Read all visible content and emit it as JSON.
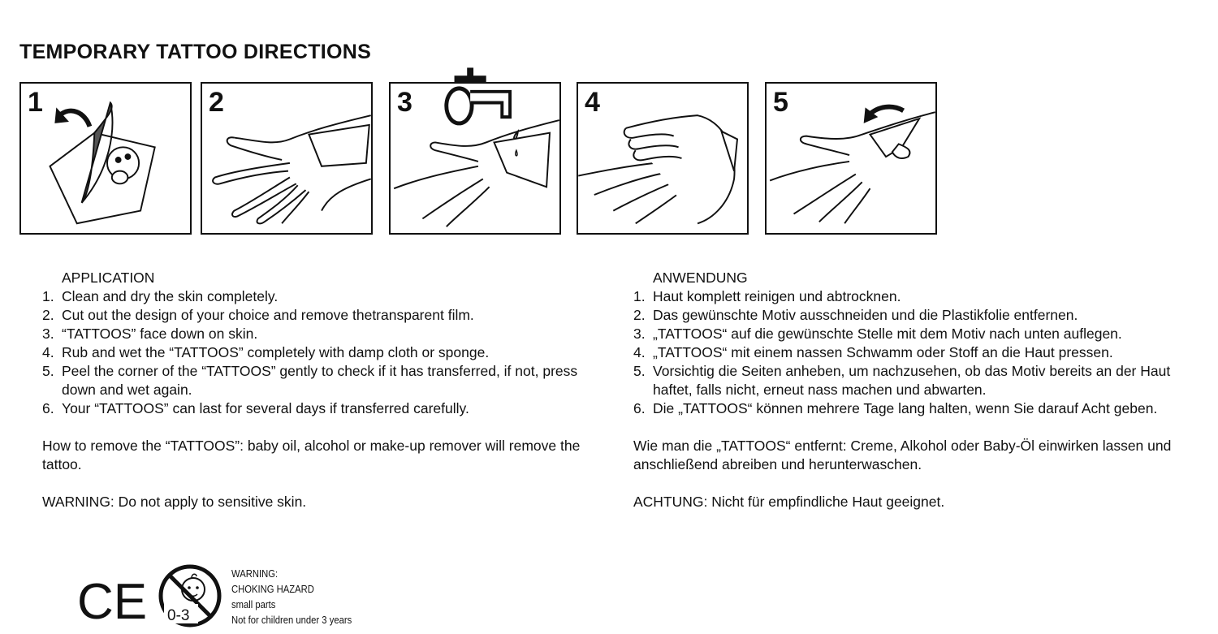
{
  "title": "TEMPORARY TATTOO DIRECTIONS",
  "steps": [
    "1",
    "2",
    "3",
    "4",
    "5"
  ],
  "english": {
    "heading": "APPLICATION",
    "items": [
      {
        "n": "1.",
        "text": "Clean and dry the skin completely."
      },
      {
        "n": "2.",
        "text": "Cut out the design of your choice and remove thetransparent film."
      },
      {
        "n": "3.",
        "text": "“TATTOOS” face down on skin."
      },
      {
        "n": "4.",
        "text": "Rub and wet the “TATTOOS” completely with damp cloth or sponge."
      },
      {
        "n": "5.",
        "text": "Peel the corner of the “TATTOOS” gently to check if it has transferred, if not, press down and wet again."
      },
      {
        "n": "6.",
        "text": "Your “TATTOOS” can last for several days if transferred carefully."
      }
    ],
    "remove": "How to remove the “TATTOOS”: baby oil, alcohol or make-up remover will remove the tattoo.",
    "warning": "WARNING: Do not apply to sensitive skin."
  },
  "german": {
    "heading": "ANWENDUNG",
    "items": [
      {
        "n": "1.",
        "text": "Haut komplett reinigen und abtrocknen."
      },
      {
        "n": "2.",
        "text": "Das gewünschte Motiv ausschneiden und die Plastikfolie entfernen."
      },
      {
        "n": "3.",
        "text": "„TATTOOS“ auf die gewünschte Stelle mit dem Motiv nach unten auflegen."
      },
      {
        "n": "4.",
        "text": "„TATTOOS“ mit einem nassen Schwamm oder Stoff an die Haut pressen."
      },
      {
        "n": "5.",
        "text": "Vorsichtig die Seiten anheben, um nachzusehen, ob das Motiv bereits an der Haut haftet, falls nicht, erneut nass machen und abwarten."
      },
      {
        "n": "6.",
        "text": "Die „TATTOOS“ können mehrere Tage lang halten, wenn Sie darauf Acht geben."
      }
    ],
    "remove": "Wie man die „TATTOOS“ entfernt: Creme, Alkohol oder Baby-Öl einwirken lassen und anschließend abreiben und herunterwaschen.",
    "warning": "ACHTUNG: Nicht für empfindliche Haut geeignet."
  },
  "badges": {
    "ce": "CE",
    "age": "0-3",
    "choking": [
      "WARNING:",
      "CHOKING HAZARD",
      "small parts",
      "Not for children under 3 years"
    ]
  }
}
